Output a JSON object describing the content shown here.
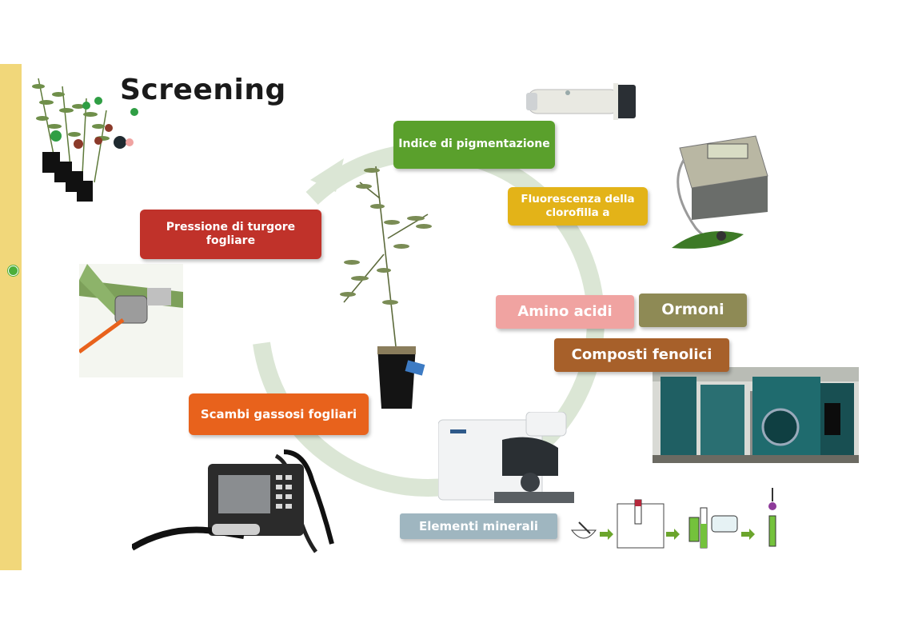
{
  "title": "Screening",
  "boxes": {
    "pigmentazione": "Indice di pigmentazione",
    "fluorescenza": "Fluorescenza della clorofilla a",
    "turgore": "Pressione di turgore fogliare",
    "amino": "Amino acidi",
    "ormoni": "Ormoni",
    "fenolici": "Composti fenolici",
    "scambi": "Scambi gassosi fogliari",
    "minerali": "Elementi minerali"
  },
  "colors": {
    "sidebar": "#f1d77a",
    "ring": "#dbe6d5",
    "green": "#5aa02c",
    "yellow": "#e3b318",
    "red": "#c0322a",
    "pink": "#f0a3a1",
    "olive": "#8e8a55",
    "brown": "#a7602a",
    "orange": "#e8621c",
    "grey_blue": "#9fb6c0"
  },
  "icons": [
    "olive-saplings-icon",
    "chlorophyll-meter-icon",
    "fluorometer-icon",
    "pressure-probe-icon",
    "olive-plant-icon",
    "gas-exchange-analyzer-icon",
    "icp-spectrometer-icon",
    "hplc-system-icon",
    "sample-prep-workflow-icon"
  ]
}
